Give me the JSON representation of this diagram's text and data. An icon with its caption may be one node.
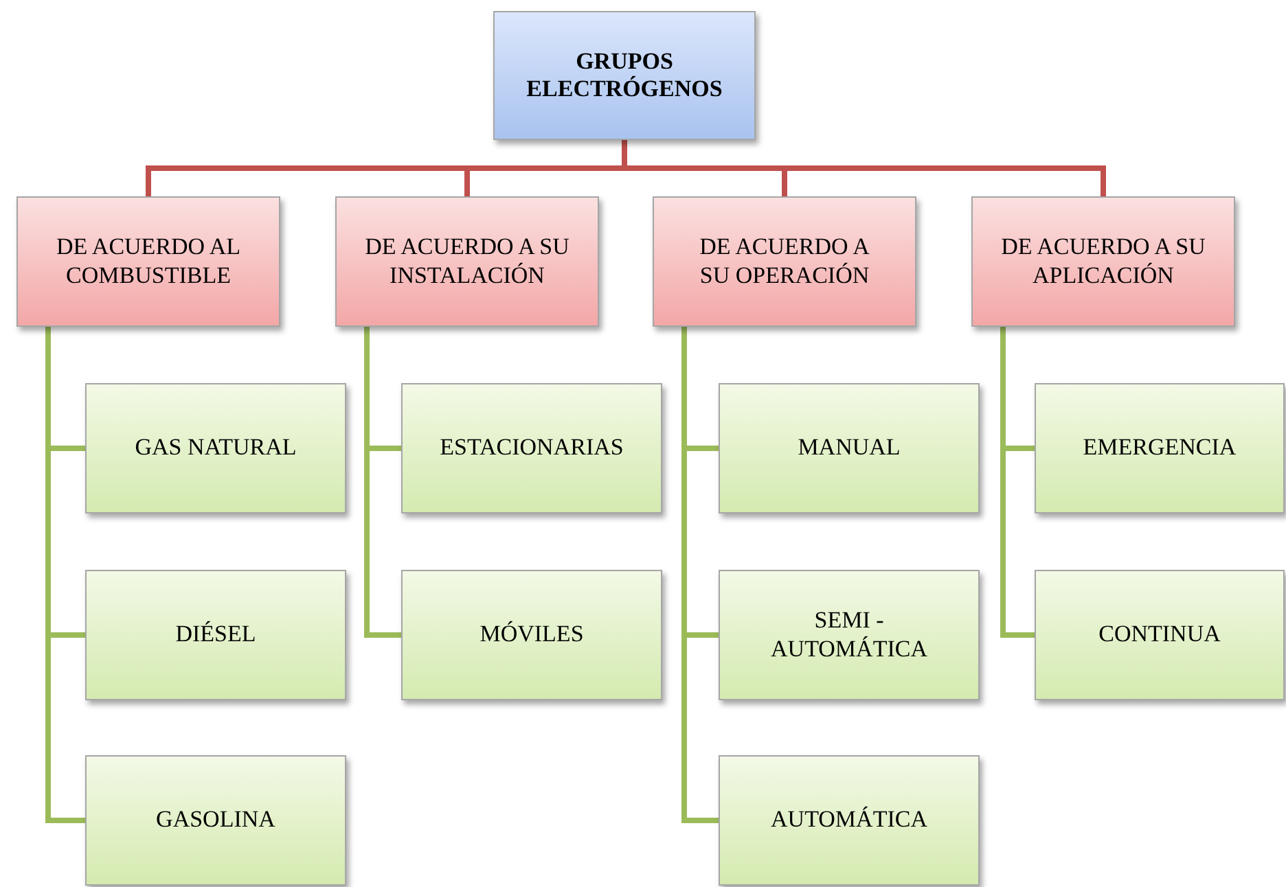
{
  "diagram": {
    "nodes": [
      {
        "text": [
          "GRUPOS ELECTRÓGENOS"
        ]
      },
      {
        "text": [
          "DE ACUERDO AL COMBUSTIBLE"
        ]
      },
      {
        "text": [
          "DE ACUERDO A SU INSTALACIÓN"
        ]
      },
      {
        "text": [
          "DE ACUERDO A SU OPERACIÓN"
        ]
      },
      {
        "text": [
          "DE ACUERDO A SU APLICACIÓN"
        ]
      },
      {
        "text": [
          "GAS NATURAL"
        ]
      },
      {
        "text": [
          "DIÉSEL"
        ]
      },
      {
        "text": [
          "GASOLINA"
        ]
      },
      {
        "text": [
          "ESTACIONARIAS"
        ]
      },
      {
        "text": [
          "MÓVILES"
        ]
      },
      {
        "text": [
          "MANUAL"
        ]
      },
      {
        "text": [
          "SEMI - AUTOMÁTICA"
        ]
      },
      {
        "text": [
          "AUTOMÁTICA"
        ]
      },
      {
        "text": [
          "EMERGENCIA"
        ]
      },
      {
        "text": [
          "CONTINUA"
        ]
      }
    ],
    "edges": [
      {
        "from": 0,
        "to": 1,
        "arrow": "none",
        "color": "#c0504d"
      },
      {
        "from": 0,
        "to": 2,
        "arrow": "none",
        "color": "#c0504d"
      },
      {
        "from": 0,
        "to": 3,
        "arrow": "none",
        "color": "#c0504d"
      },
      {
        "from": 0,
        "to": 4,
        "arrow": "none",
        "color": "#c0504d"
      },
      {
        "from": 1,
        "to": 5,
        "arrow": "none"
      },
      {
        "from": 1,
        "to": 6,
        "arrow": "none"
      },
      {
        "from": 1,
        "to": 7,
        "arrow": "none"
      },
      {
        "from": 2,
        "to": 8,
        "arrow": "none"
      },
      {
        "from": 2,
        "to": 9,
        "arrow": "none"
      },
      {
        "from": 3,
        "to": 10,
        "arrow": "none"
      },
      {
        "from": 3,
        "to": 11,
        "arrow": "none"
      },
      {
        "from": 3,
        "to": 12,
        "arrow": "none"
      },
      {
        "from": 4,
        "to": 13,
        "arrow": "none"
      },
      {
        "from": 4,
        "to": 14,
        "arrow": "none"
      }
    ]
  }
}
